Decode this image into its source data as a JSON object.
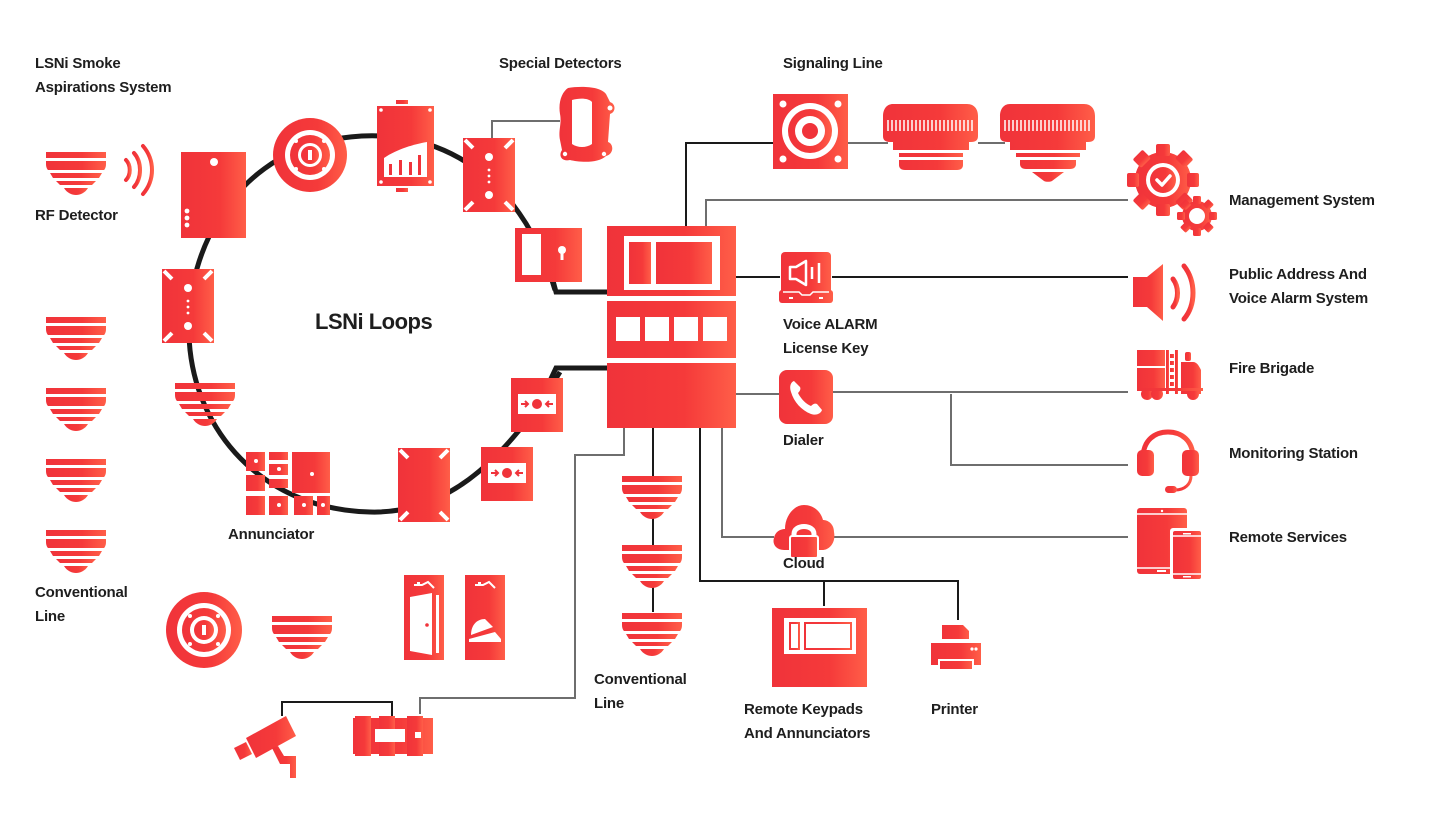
{
  "diagram": {
    "title": "LSNi Loops",
    "colors": {
      "accent": "#f0333a",
      "accent_light": "#ff5a45",
      "line_dark": "#1a1a1a",
      "line_gray": "#6e6e6e",
      "background": "#ffffff"
    },
    "labels": {
      "smoke_aspiration": [
        "LSNi Smoke",
        "Aspirations System"
      ],
      "rf_detector": "RF Detector",
      "special_detectors": "Special Detectors",
      "signaling_line": "Signaling Line",
      "management_system": "Management System",
      "public_address": [
        "Public Address And",
        "Voice Alarm System"
      ],
      "voice_alarm_key": [
        "Voice ALARM",
        "License Key"
      ],
      "dialer": "Dialer",
      "fire_brigade": "Fire Brigade",
      "monitoring_station": "Monitoring Station",
      "remote_services": "Remote Services",
      "cloud": "Cloud",
      "annunciator": "Annunciator",
      "conventional_line_left": [
        "Conventional",
        "Line"
      ],
      "conventional_line_center": [
        "Conventional",
        "Line"
      ],
      "remote_keypads": [
        "Remote Keypads",
        "And Annunciators"
      ],
      "printer": "Printer"
    },
    "icons": [
      "smoke-detector-icon",
      "rf-wave-icon",
      "aspiration-unit-icon",
      "round-detector-icon",
      "signal-module-icon",
      "interface-module-icon",
      "special-detector-icon",
      "key-switch-icon",
      "manual-call-point-icon",
      "annunciator-panel-icon",
      "sounder-icon",
      "horn-strobe-icon",
      "control-panel-icon",
      "voice-alarm-key-icon",
      "phone-icon",
      "gear-check-icon",
      "speaker-icon",
      "fire-truck-icon",
      "headset-icon",
      "tablet-phone-icon",
      "cloud-lock-icon",
      "keypad-icon",
      "printer-icon",
      "door-holder-icon",
      "cctv-camera-icon",
      "relay-module-icon"
    ]
  }
}
